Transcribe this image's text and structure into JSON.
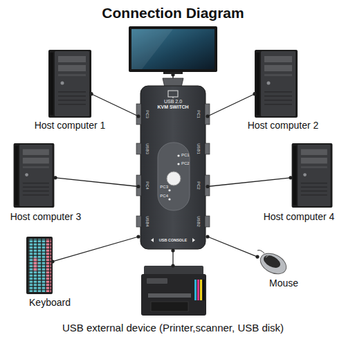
{
  "diagram": {
    "title": "Connection Diagram",
    "nodes": [
      {
        "text": [
          "Host computer 1"
        ]
      },
      {
        "text": [
          "USB 2.0",
          "KVM SWITCH",
          "PC1",
          "PC2",
          "PC3",
          "PC4",
          "USB CONSOLE"
        ]
      },
      {
        "text": [
          "Host computer 2"
        ]
      },
      {
        "text": [
          "Host computer 3"
        ]
      },
      {
        "text": [
          "Host computer 4"
        ]
      },
      {
        "text": [
          "Keyboard"
        ]
      },
      {
        "text": [
          "Mouse"
        ]
      },
      {
        "text": [
          "USB external device (Printer,scanner, USB disk)"
        ]
      }
    ],
    "edges": [
      {
        "from": 0,
        "to": 1,
        "arrow": "none"
      },
      {
        "from": 2,
        "to": 1,
        "arrow": "none"
      },
      {
        "from": 3,
        "to": 1,
        "arrow": "none"
      },
      {
        "from": 4,
        "to": 1,
        "arrow": "none"
      },
      {
        "from": 5,
        "to": 1,
        "arrow": "none"
      },
      {
        "from": 6,
        "to": 1,
        "arrow": "none"
      },
      {
        "from": 7,
        "to": 1,
        "arrow": "none"
      }
    ],
    "labels": [
      "PC3",
      "USB3",
      "PC4",
      "USB4",
      "PC1",
      "USB1",
      "PC2",
      "USB2"
    ]
  }
}
